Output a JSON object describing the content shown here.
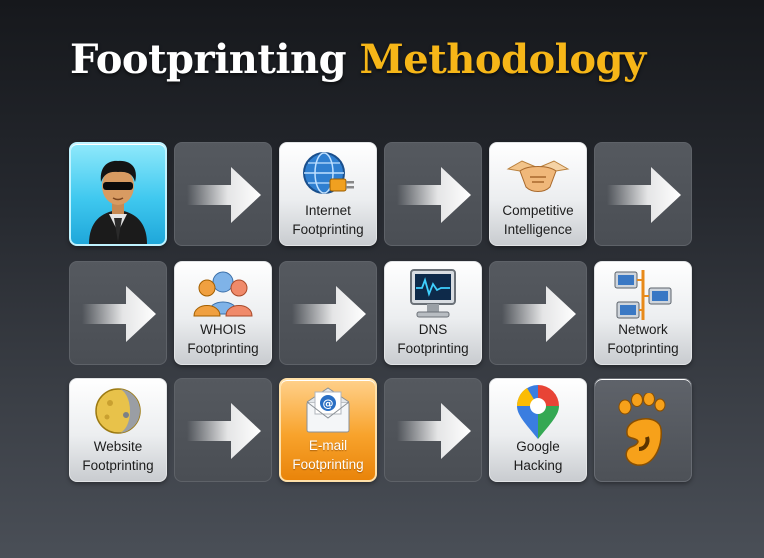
{
  "title": {
    "part1": "Footprinting",
    "part2": "Methodology"
  },
  "colors": {
    "accent": "#f6b618",
    "title": "#ffffff",
    "highlight_cyan": "#3fc8ef",
    "highlight_orange": "#f8a32c"
  },
  "steps": [
    {
      "icon": "hacker-avatar-icon",
      "line1": "",
      "line2": ""
    },
    {
      "icon": "internet-plug-icon",
      "line1": "Internet",
      "line2": "Footprinting"
    },
    {
      "icon": "handshake-icon",
      "line1": "Competitive",
      "line2": "Intelligence"
    },
    {
      "icon": "users-group-icon",
      "line1": "WHOIS",
      "line2": "Footprinting"
    },
    {
      "icon": "dns-monitor-icon",
      "line1": "DNS",
      "line2": "Footprinting"
    },
    {
      "icon": "network-computers-icon",
      "line1": "Network",
      "line2": "Footprinting"
    },
    {
      "icon": "moon-globe-icon",
      "line1": "Website",
      "line2": "Footprinting"
    },
    {
      "icon": "email-envelope-icon",
      "line1": "E-mail",
      "line2": "Footprinting"
    },
    {
      "icon": "google-maps-pin-icon",
      "line1": "Google",
      "line2": "Hacking"
    },
    {
      "icon": "gnome-foot-icon",
      "line1": "",
      "line2": ""
    }
  ]
}
